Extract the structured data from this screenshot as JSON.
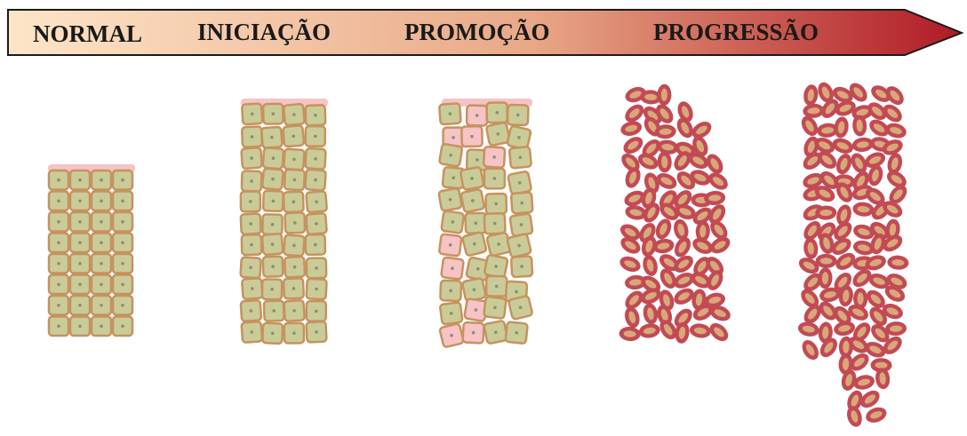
{
  "arrow": {
    "stages": [
      {
        "label": "NORMAL"
      },
      {
        "label": "INICIAÇÃO"
      },
      {
        "label": "PROMOÇÃO"
      },
      {
        "label": "PROGRESSÃO"
      }
    ],
    "gradient_start": "#fde5c8",
    "gradient_mid": "#e9a887",
    "gradient_end": "#b01a26",
    "border_color": "#1a1a1a"
  },
  "colors": {
    "normal_cell_fill": "#c9cc98",
    "normal_cell_border": "#c7925e",
    "nucleus": "#8e8f66",
    "surface_layer": "#f6c3c7",
    "tumor_cell_fill": "#d9a87a",
    "tumor_cell_border": "#c24a55"
  }
}
